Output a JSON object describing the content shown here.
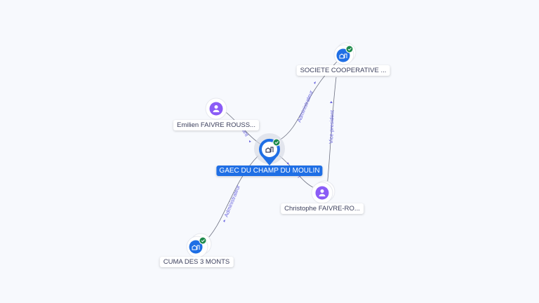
{
  "nodes": {
    "main": {
      "label": "GAEC DU CHAMP DU MOULIN",
      "type": "company",
      "verified": true
    },
    "societe": {
      "label": "SOCIETE COOPERATIVE ...",
      "type": "company",
      "verified": true
    },
    "emilien": {
      "label": "Emilien FAIVRE ROUSS...",
      "type": "person"
    },
    "christophe": {
      "label": "Christophe FAIVRE-RO...",
      "type": "person"
    },
    "cuma": {
      "label": "CUMA DES 3 MONTS",
      "type": "company",
      "verified": true
    }
  },
  "edges": {
    "main_societe": "Administrateur",
    "societe_christophe": "Vice-president",
    "main_cuma": "Administrateur",
    "emilien_main": "ant",
    "christophe_main": "t"
  },
  "colors": {
    "accent": "#1f6fe5",
    "person": "#8b5cf6",
    "check": "#1e8a4c",
    "edge_label": "#6b66e0"
  }
}
